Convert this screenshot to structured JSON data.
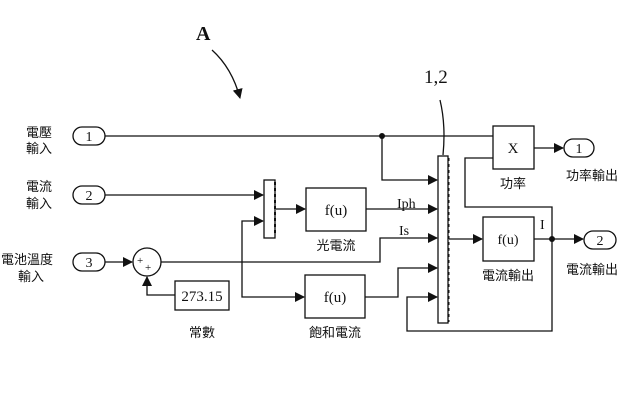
{
  "figure_label": "A",
  "callout_label": "1,2",
  "inports": [
    {
      "number": "1",
      "label_line1": "電壓",
      "label_line2": "輸入"
    },
    {
      "number": "2",
      "label_line1": "電流",
      "label_line2": "輸入"
    },
    {
      "number": "3",
      "label_line1": "電池溫度",
      "label_line2": "輸入"
    }
  ],
  "sum_block": {
    "signs": "++"
  },
  "constant_block": {
    "value": "273.15",
    "label": "常數"
  },
  "mux_small": {
    "inputs": 2
  },
  "fcn_photocurrent": {
    "expr": "f(u)",
    "label": "光電流",
    "signal": "Iph"
  },
  "fcn_saturation": {
    "expr": "f(u)",
    "label": "飽和電流"
  },
  "signal_is": "Is",
  "mux_large": {
    "inputs": 5
  },
  "fcn_current_out": {
    "expr": "f(u)",
    "label": "電流輸出",
    "signal": "I"
  },
  "product_block": {
    "symbol": "X",
    "label": "功率"
  },
  "outports": [
    {
      "number": "1",
      "label": "功率輸出"
    },
    {
      "number": "2",
      "label": "電流輸出"
    }
  ]
}
